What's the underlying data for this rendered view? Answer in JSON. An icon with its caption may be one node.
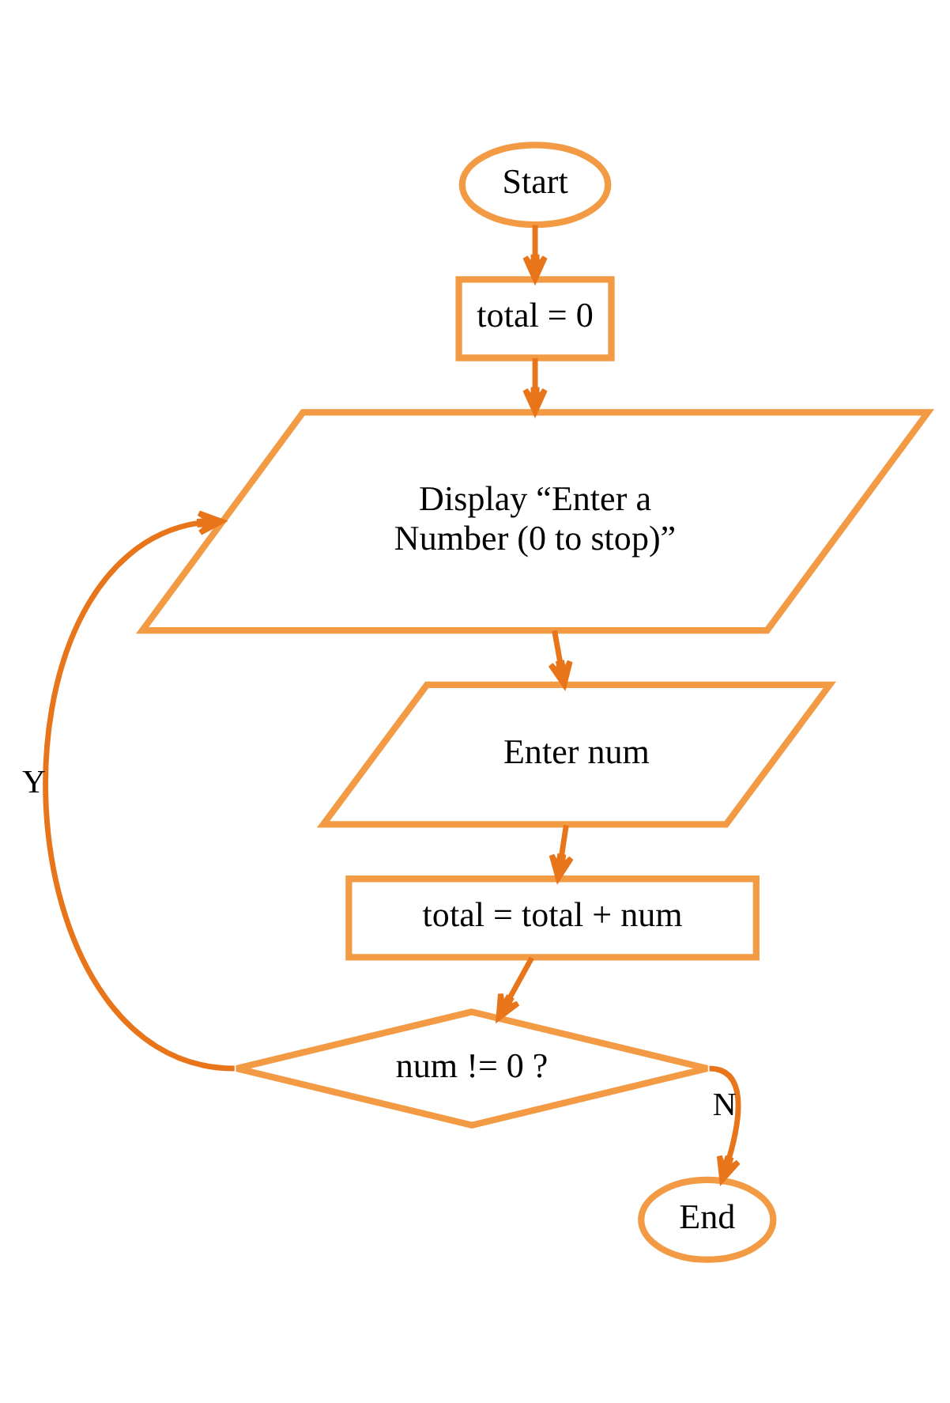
{
  "diagram": {
    "nodes": [
      {
        "text": [
          "Start"
        ]
      },
      {
        "text": [
          "total = 0"
        ]
      },
      {
        "text": [
          "Display “Enter a Number (0 to stop)”"
        ]
      },
      {
        "text": [
          "Enter num"
        ]
      },
      {
        "text": [
          "total = total + num"
        ]
      },
      {
        "text": [
          "num != 0 ?"
        ]
      },
      {
        "text": [
          "End"
        ]
      }
    ],
    "edges": [
      {
        "from": 0,
        "to": 1,
        "arrow": "to"
      },
      {
        "from": 1,
        "to": 2,
        "arrow": "to"
      },
      {
        "from": 2,
        "to": 3,
        "arrow": "to"
      },
      {
        "from": 3,
        "to": 4,
        "arrow": "to"
      },
      {
        "from": 4,
        "to": 5,
        "arrow": "to"
      },
      {
        "from": 5,
        "to": 2,
        "arrow": "to",
        "label": "Y"
      },
      {
        "from": 5,
        "to": 6,
        "arrow": "to",
        "label": "N"
      }
    ]
  }
}
